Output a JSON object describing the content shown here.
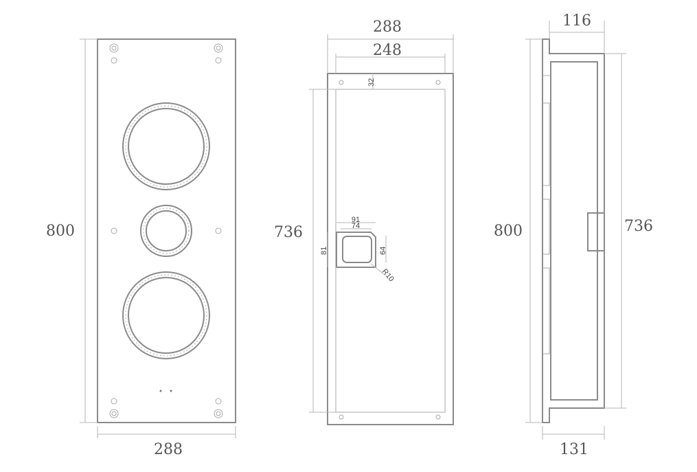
{
  "front_view": {
    "height_label": "800",
    "width_label": "288"
  },
  "back_box_view": {
    "outer_width_label": "288",
    "inner_width_label": "248",
    "offset_label": "32",
    "height_label": "736",
    "cutout": {
      "outer_width_label": "91",
      "inner_width_label": "74",
      "outer_height_label": "81",
      "inner_height_label": "64",
      "radius_label": "R10"
    }
  },
  "side_view": {
    "depth_top_label": "116",
    "height_label": "800",
    "box_height_label": "736",
    "depth_bottom_label": "131"
  }
}
